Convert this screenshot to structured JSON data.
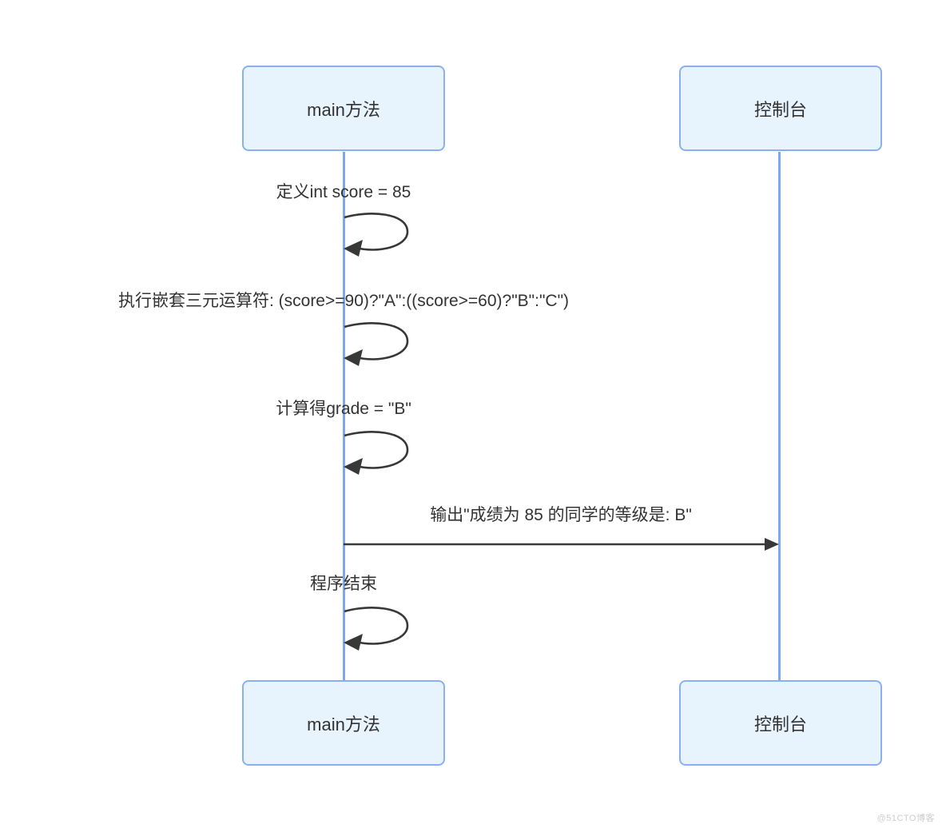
{
  "diagram": {
    "type": "sequence-diagram",
    "participants": [
      {
        "id": "main",
        "label": "main方法"
      },
      {
        "id": "console",
        "label": "控制台"
      }
    ],
    "messages": [
      {
        "from": "main",
        "to": "main",
        "kind": "self",
        "text": "定义int score = 85"
      },
      {
        "from": "main",
        "to": "main",
        "kind": "self",
        "text": "执行嵌套三元运算符: (score>=90)?\"A\":((score>=60)?\"B\":\"C\")"
      },
      {
        "from": "main",
        "to": "main",
        "kind": "self",
        "text": "计算得grade = \"B\""
      },
      {
        "from": "main",
        "to": "console",
        "kind": "arrow",
        "text": "输出\"成绩为 85 的同学的等级是: B\""
      },
      {
        "from": "main",
        "to": "main",
        "kind": "self",
        "text": "程序结束"
      }
    ],
    "watermark": "@51CTO博客",
    "colors": {
      "box_fill": "#e7f3fd",
      "box_border": "#8ab0ef",
      "lifeline": "#7da7f0",
      "message_line": "#383838",
      "text": "#333333",
      "watermark": "#cccccc"
    }
  }
}
